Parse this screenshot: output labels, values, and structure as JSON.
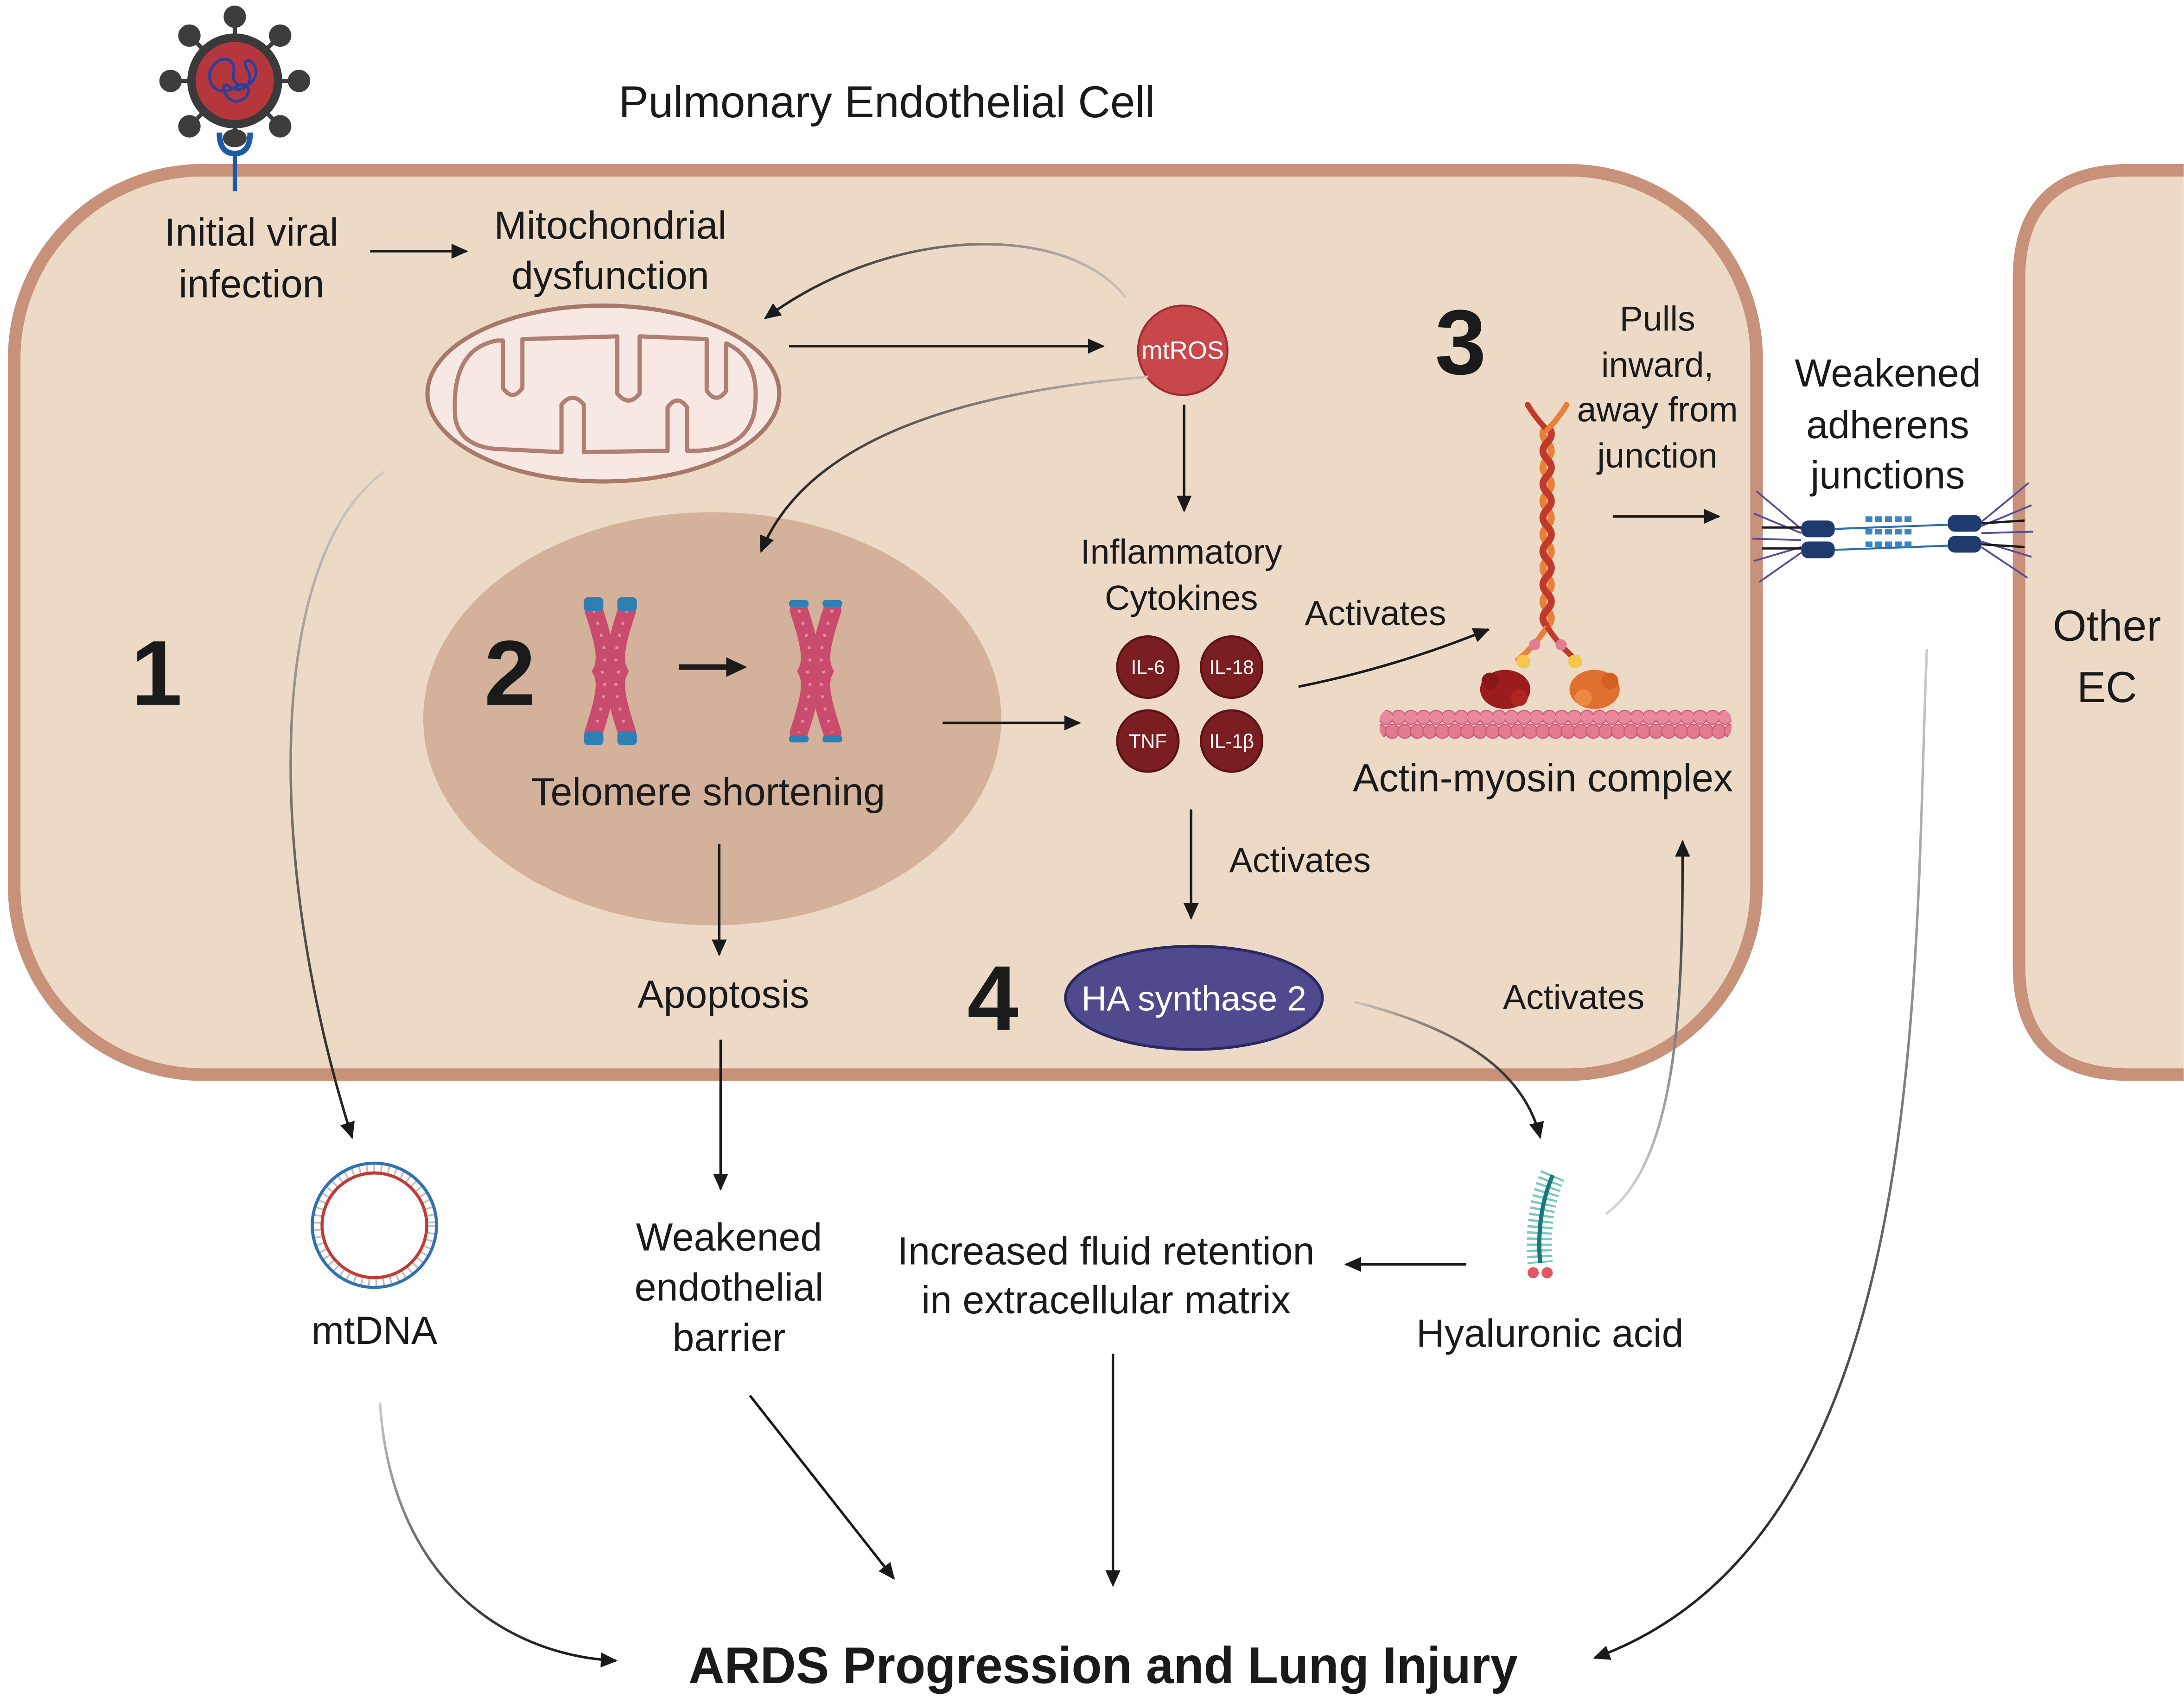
{
  "title": "Pulmonary Endothelial Cell",
  "other_cell": [
    "Other",
    "EC"
  ],
  "step_numbers": [
    "1",
    "2",
    "3",
    "4"
  ],
  "labels": {
    "initial_viral_infection": [
      "Initial viral",
      "infection"
    ],
    "mitochondrial_dysfunction": [
      "Mitochondrial",
      "dysfunction"
    ],
    "mtros": "mtROS",
    "inflammatory_cytokines": [
      "Inflammatory",
      "Cytokines"
    ],
    "cytokines": [
      "IL-6",
      "IL-18",
      "TNF",
      "IL-1β"
    ],
    "telomere_shortening": "Telomere shortening",
    "actin_myosin_complex": "Actin-myosin complex",
    "pulls_inward": [
      "Pulls",
      "inward,",
      "away from",
      "junction"
    ],
    "weakened_adherens_junctions": [
      "Weakened",
      "adherens",
      "junctions"
    ],
    "apoptosis": "Apoptosis",
    "ha_synthase": "HA synthase 2",
    "mtdna": "mtDNA",
    "weakened_endothelial_barrier": [
      "Weakened",
      "endothelial",
      "barrier"
    ],
    "increased_fluid_retention": [
      "Increased fluid retention",
      "in extracellular matrix"
    ],
    "hyaluronic_acid": "Hyaluronic acid",
    "outcome": "ARDS Progression and Lung Injury"
  },
  "edge_labels": {
    "cytokines_to_actin": "Activates",
    "cytokines_to_ha_synthase": "Activates",
    "hyaluronic_acid_to_actin": "Activates"
  },
  "colors": {
    "cell_fill": "#ecdac7",
    "cell_membrane": "#c8917a",
    "nucleus": "#d4b19a",
    "mitochondrion": "#f8e8e4",
    "mtros": "#c9464a",
    "cytokine": "#7b1e22",
    "ha_synthase": "#4f4a8e",
    "virus": "#b5363c",
    "receptor": "#1f5aa8"
  }
}
